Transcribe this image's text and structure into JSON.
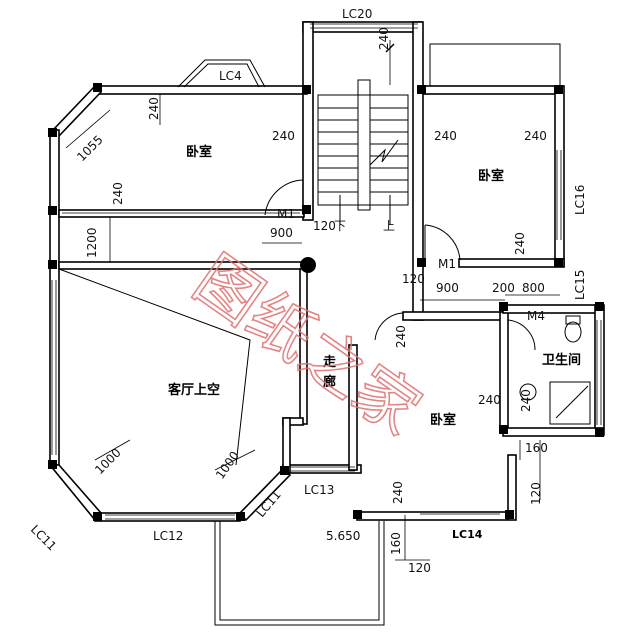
{
  "rooms": {
    "bedroom_nw": "卧室",
    "bedroom_ne": "卧室",
    "bedroom_se": "卧室",
    "living_void": "客厅上空",
    "bathroom": "卫生间",
    "corridor_1": "走",
    "corridor_2": "廊"
  },
  "windows": {
    "lc20": "LC20",
    "lc4": "LC4",
    "lc16": "LC16",
    "lc15": "LC15",
    "lc11_left": "LC11",
    "lc11_right": "LC11",
    "lc12": "LC12",
    "lc13": "LC13",
    "lc14": "LC14"
  },
  "doors": {
    "m1_left": "M1",
    "m1_right": "M1",
    "m4": "M4"
  },
  "dimensions": {
    "d_240_top": "240",
    "d_240_nw_left": "240",
    "d_240_nw_right": "240",
    "d_240_ne_left": "240",
    "d_240_ne_right": "240",
    "d_240_mid_left": "240",
    "d_240_ne_low": "240",
    "d_1055": "1055",
    "d_1200": "1200",
    "d_900_left": "900",
    "d_120_left": "120",
    "d_120_right": "120",
    "d_900_right": "900",
    "d_200": "200",
    "d_800": "800",
    "d_240_corr": "240",
    "d_240_bath_left": "240",
    "d_240_bath_small": "240",
    "d_160_right": "160",
    "d_120_right_low": "120",
    "d_1000_left": "1000",
    "d_1000_right": "1000",
    "d_240_bottom": "240",
    "d_160_bottom": "160",
    "d_120_bottom": "120",
    "level": "5.650"
  },
  "stairs": {
    "up_mark": "上",
    "down_mark": "下"
  },
  "watermark": "图纸之家"
}
